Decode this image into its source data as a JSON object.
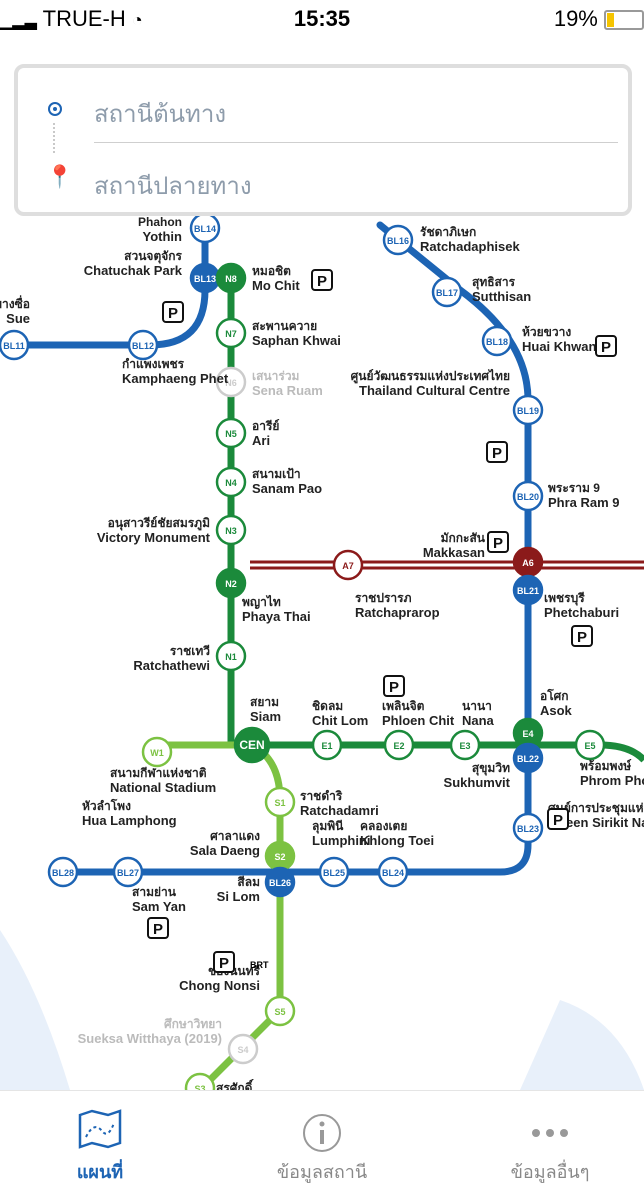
{
  "status": {
    "carrier": "TRUE-H",
    "time": "15:35",
    "battery": "19%"
  },
  "search": {
    "origin_placeholder": "สถานีต้นทาง",
    "destination_placeholder": "สถานีปลายทาง"
  },
  "map": {
    "stations": [
      {
        "code": "BL14",
        "label_th": "Phahon",
        "label_en": "Yothin"
      },
      {
        "code": "BL13",
        "label_th": "สวนจตุจักร",
        "label_en": "Chatuchak Park"
      },
      {
        "code": "N8",
        "label_th": "หมอชิต",
        "label_en": "Mo Chit"
      },
      {
        "code": "N7",
        "label_th": "สะพานควาย",
        "label_en": "Saphan Khwai"
      },
      {
        "code": "N6",
        "label_th": "เสนาร่วม",
        "label_en": "Sena Ruam"
      },
      {
        "code": "N5",
        "label_th": "อารีย์",
        "label_en": "Ari"
      },
      {
        "code": "N4",
        "label_th": "สนามเป้า",
        "label_en": "Sanam Pao"
      },
      {
        "code": "N3",
        "label_th": "อนุสาวรีย์ชัยสมรภูมิ",
        "label_en": "Victory Monument"
      },
      {
        "code": "N2",
        "label_th": "พญาไท",
        "label_en": "Phaya Thai"
      },
      {
        "code": "N1",
        "label_th": "ราชเทวี",
        "label_en": "Ratchathewi"
      },
      {
        "code": "CEN",
        "label_th": "สยาม",
        "label_en": "Siam"
      },
      {
        "code": "E1",
        "label_th": "ชิดลม",
        "label_en": "Chit Lom"
      },
      {
        "code": "E2",
        "label_th": "เพลินจิต",
        "label_en": "Phloen Chit"
      },
      {
        "code": "E3",
        "label_th": "นานา",
        "label_en": "Nana"
      },
      {
        "code": "E4",
        "label_th": "อโศก",
        "label_en": "Asok"
      },
      {
        "code": "E5",
        "label_th": "พร้อมพงษ์",
        "label_en": "Phrom Phong"
      },
      {
        "code": "BL22",
        "label_th": "สุขุมวิท",
        "label_en": "Sukhumvit"
      },
      {
        "code": "BL16",
        "label_th": "รัชดาภิเษก",
        "label_en": "Ratchadaphisek"
      },
      {
        "code": "BL17",
        "label_th": "สุทธิสาร",
        "label_en": "Sutthisan"
      },
      {
        "code": "BL18",
        "label_th": "ห้วยขวาง",
        "label_en": "Huai Khwang"
      },
      {
        "code": "BL19",
        "label_th": "ศูนย์วัฒนธรรมแห่งประเทศไทย",
        "label_en": "Thailand Cultural Centre"
      },
      {
        "code": "BL20",
        "label_th": "พระราม 9",
        "label_en": "Phra Ram 9"
      },
      {
        "code": "A6",
        "label_th": "มักกะสัน",
        "label_en": "Makkasan"
      },
      {
        "code": "BL21",
        "label_th": "เพชรบุรี",
        "label_en": "Phetchaburi"
      },
      {
        "code": "A7",
        "label_th": "ราชปรารภ",
        "label_en": "Ratchaprarop"
      },
      {
        "code": "BL23",
        "label_th": "ศูนย์การประชุมแห่งชาติสิริกิติ์",
        "label_en": "Queen Sirikit National Convention Centre"
      },
      {
        "code": "W1",
        "label_th": "สนามกีฬาแห่งชาติ",
        "label_en": "National Stadium"
      },
      {
        "code": "S1",
        "label_th": "ราชดำริ",
        "label_en": "Ratchadamri"
      },
      {
        "code": "S2",
        "label_th": "ศาลาแดง",
        "label_en": "Sala Daeng"
      },
      {
        "code": "BL26",
        "label_th": "สีลม",
        "label_en": "Si Lom"
      },
      {
        "code": "BL25",
        "label_th": "ลุมพินี",
        "label_en": "Lumphini"
      },
      {
        "code": "BL24",
        "label_th": "คลองเตย",
        "label_en": "Khlong Toei"
      },
      {
        "code": "BL27",
        "label_th": "สามย่าน",
        "label_en": "Sam Yan"
      },
      {
        "code": "BL28",
        "label_th": "หัวลำโพง",
        "label_en": "Hua Lamphong"
      },
      {
        "code": "BL12",
        "label_th": "กำแพงเพชร",
        "label_en": "Kamphaeng Phet"
      },
      {
        "code": "BL11",
        "label_th": "บางซื่อ",
        "label_en": "Sue"
      },
      {
        "code": "S5",
        "label_th": "ช่องนนทรี",
        "label_en": "Chong Nonsi"
      },
      {
        "code": "S4",
        "label_th": "ศึกษาวิทยา",
        "label_en": "Sueksa Witthaya (2019)"
      },
      {
        "code": "S3",
        "label_th": "สุรศักดิ์",
        "label_en": ""
      }
    ],
    "parking_label": "P",
    "brt_label": "BRT",
    "colors": {
      "blue": "#1d64b4",
      "green": "#1b8a3b",
      "lightgreen": "#7cc242",
      "red": "#8b1a1a"
    }
  },
  "tabs": [
    {
      "label": "แผนที่",
      "icon": "map-icon",
      "active": true
    },
    {
      "label": "ข้อมูลสถานี",
      "icon": "info-icon",
      "active": false
    },
    {
      "label": "ข้อมูลอื่นๆ",
      "icon": "more-icon",
      "active": false
    }
  ]
}
